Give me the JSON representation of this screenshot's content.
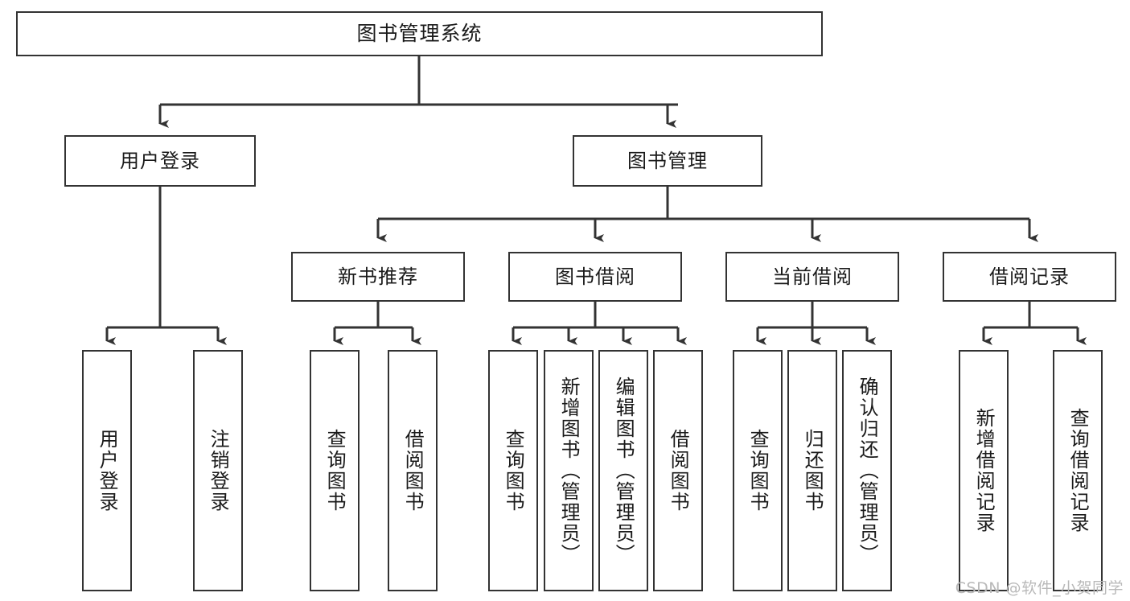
{
  "diagram": {
    "title": "图书管理系统",
    "type": "hierarchy-tree",
    "root": {
      "label": "图书管理系统"
    },
    "level1": [
      {
        "id": "user-login",
        "label": "用户登录"
      },
      {
        "id": "book-management",
        "label": "图书管理"
      }
    ],
    "level2": [
      {
        "id": "new-book-recommend",
        "label": "新书推荐",
        "parent": "book-management"
      },
      {
        "id": "book-borrow",
        "label": "图书借阅",
        "parent": "book-management"
      },
      {
        "id": "current-borrow",
        "label": "当前借阅",
        "parent": "book-management"
      },
      {
        "id": "borrow-record",
        "label": "借阅记录",
        "parent": "book-management"
      }
    ],
    "leaves": [
      {
        "id": "leaf-user-login",
        "label": "用户登录",
        "parent": "user-login"
      },
      {
        "id": "leaf-logout-login",
        "label": "注销登录",
        "parent": "user-login"
      },
      {
        "id": "leaf-query-book-1",
        "label": "查询图书",
        "parent": "new-book-recommend"
      },
      {
        "id": "leaf-borrow-book-1",
        "label": "借阅图书",
        "parent": "new-book-recommend"
      },
      {
        "id": "leaf-query-book-2",
        "label": "查询图书",
        "parent": "book-borrow"
      },
      {
        "id": "leaf-add-book",
        "label": "新增图书（管理员）",
        "parent": "book-borrow"
      },
      {
        "id": "leaf-edit-book",
        "label": "编辑图书（管理员）",
        "parent": "book-borrow"
      },
      {
        "id": "leaf-borrow-book-2",
        "label": "借阅图书",
        "parent": "book-borrow"
      },
      {
        "id": "leaf-query-book-3",
        "label": "查询图书",
        "parent": "current-borrow"
      },
      {
        "id": "leaf-return-book",
        "label": "归还图书",
        "parent": "current-borrow"
      },
      {
        "id": "leaf-confirm-return",
        "label": "确认归还（管理员）",
        "parent": "current-borrow"
      },
      {
        "id": "leaf-add-record",
        "label": "新增借阅记录",
        "parent": "borrow-record"
      },
      {
        "id": "leaf-query-record",
        "label": "查询借阅记录",
        "parent": "borrow-record"
      }
    ],
    "watermark": "CSDN @软件_小贺同学",
    "colors": {
      "stroke": "#333333",
      "background": "#ffffff",
      "text": "#1a1a1a",
      "watermark": "#b9b9b9"
    }
  }
}
